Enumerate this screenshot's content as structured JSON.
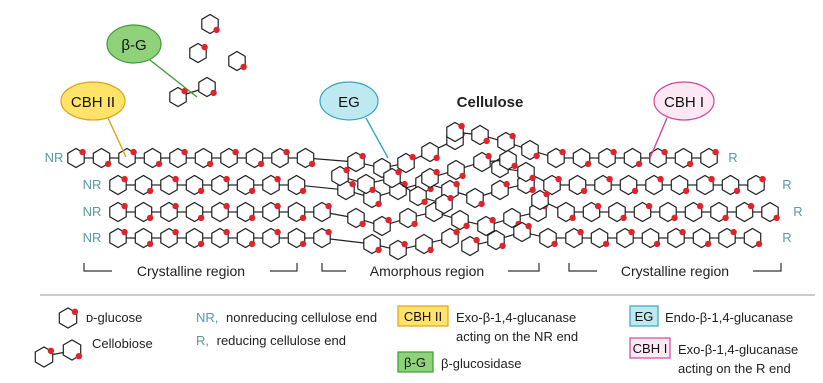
{
  "title": "Cellulose",
  "enzymes": {
    "bg": "β-G",
    "cbh2": "CBH II",
    "eg": "EG",
    "cbh1": "CBH I"
  },
  "chain_ends": {
    "nr": "NR",
    "r": "R"
  },
  "regions": {
    "left": "Crystalline region",
    "middle": "Amorphous region",
    "right": "Crystalline region"
  },
  "legend": {
    "glucose": "ᴅ-glucose",
    "cellobiose": "Cellobiose",
    "nr_abbr": "NR,",
    "nr_text": "nonreducing cellulose end",
    "r_abbr": "R,",
    "r_text": "reducing cellulose end",
    "cbh2_line1": "Exo-β-1,4-glucanase",
    "cbh2_line2": "acting on the NR end",
    "bg_text": "β-glucosidase",
    "eg_text": "Endo-β-1,4-glucanase",
    "cbh1_line1": "Exo-β-1,4-glucanase",
    "cbh1_line2": "acting on the R end"
  },
  "colors": {
    "bg": "#8fd27a",
    "bg_stroke": "#3f9a36",
    "cbh2": "#ffe469",
    "cbh2_stroke": "#e0a21a",
    "eg": "#bfe9f0",
    "eg_stroke": "#35a7bd",
    "cbh1": "#fde8f4",
    "cbh1_stroke": "#d1479e",
    "end_text": "#5b9aa0",
    "dot": "#e0242b"
  }
}
